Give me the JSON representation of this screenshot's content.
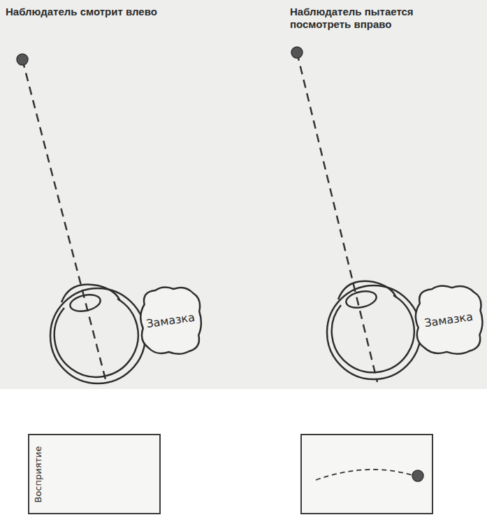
{
  "diagram": {
    "nodes": [
      {
        "text": [
          "Замазка"
        ]
      },
      {
        "text": [
          "Замазка"
        ]
      },
      {
        "text": [
          "Восприятие"
        ]
      }
    ],
    "labels": [
      "Наблюдатель смотрит влево",
      "Наблюдатель пытается посмотреть вправо"
    ]
  }
}
